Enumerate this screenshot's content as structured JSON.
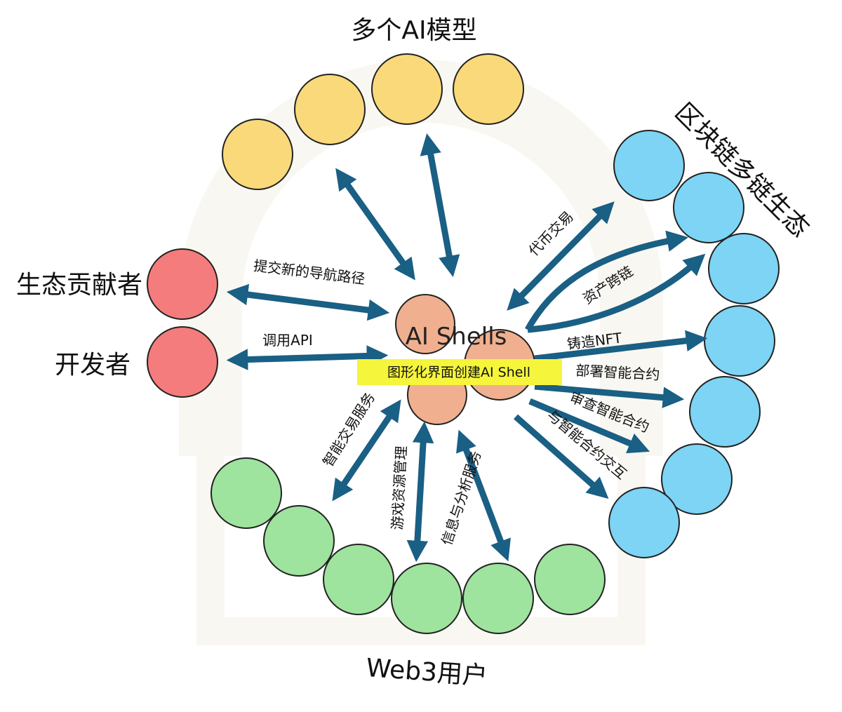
{
  "groups": {
    "ai_models": "多个AI模型",
    "blockchain": "区块链多链生态",
    "ecosystem_contributors": "生态贡献者",
    "developers": "开发者",
    "web3_users": "Web3用户"
  },
  "center": {
    "title": "AI Shells",
    "subtitle": "图形化界面创建AI Shell"
  },
  "edges": {
    "submit_path": "提交新的导航路径",
    "call_api": "调用API",
    "token_trade": "代币交易",
    "cross_chain": "资产跨链",
    "mint_nft": "铸造NFT",
    "deploy_contract": "部署智能合约",
    "audit_contract": "审查智能合约",
    "interact_contract": "与智能合约交互",
    "smart_trade": "智能交易服务",
    "game_asset": "游戏资源管理",
    "info_analysis": "信息与分析服务"
  },
  "colors": {
    "ai_node": "#f9d97a",
    "chain_node": "#7dd4f5",
    "contributor_node": "#f57c7c",
    "user_node": "#9ee39e",
    "center_node": "#f0b090",
    "arrow": "#1a5f84",
    "highlight": "#f5f53c"
  }
}
